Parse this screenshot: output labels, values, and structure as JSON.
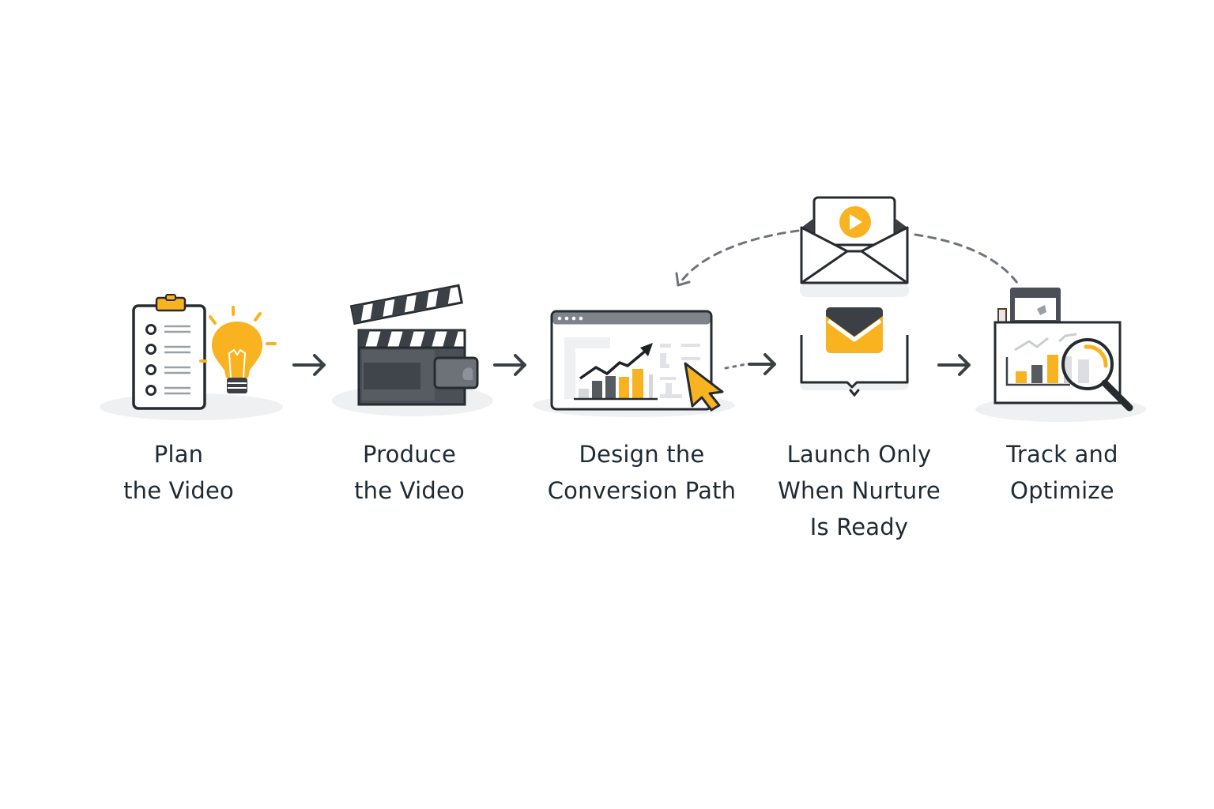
{
  "diagram": {
    "type": "process-flow",
    "colors": {
      "accent": "#F9B320",
      "dark": "#3A4046",
      "outline": "#262B30",
      "muted": "#9AA0A6",
      "light": "#E4E6E9",
      "shadow": "#EEF0F2"
    },
    "steps": [
      {
        "id": "plan",
        "icon": "clipboard-lightbulb-icon",
        "label_lines": [
          "Plan",
          "the Video"
        ]
      },
      {
        "id": "produce",
        "icon": "clapperboard-icon",
        "label_lines": [
          "Produce",
          "the Video"
        ]
      },
      {
        "id": "design",
        "icon": "browser-chart-cursor-icon",
        "label_lines": [
          "Design the",
          "Conversion Path"
        ]
      },
      {
        "id": "launch",
        "icon": "email-nurture-icon",
        "label_lines": [
          "Launch Only",
          "When Nurture",
          "Is Ready"
        ]
      },
      {
        "id": "track",
        "icon": "analytics-magnifier-icon",
        "label_lines": [
          "Track and",
          "Optimize"
        ]
      }
    ],
    "connectors": [
      {
        "from": "plan",
        "to": "produce",
        "style": "solid-arrow"
      },
      {
        "from": "produce",
        "to": "design",
        "style": "solid-arrow"
      },
      {
        "from": "design",
        "to": "launch",
        "style": "dotted-then-solid-arrow"
      },
      {
        "from": "launch",
        "to": "track",
        "style": "solid-arrow"
      },
      {
        "from": "track",
        "to": "design",
        "style": "dashed-curved-feedback-arrow",
        "via": "video-email-icon"
      }
    ]
  }
}
